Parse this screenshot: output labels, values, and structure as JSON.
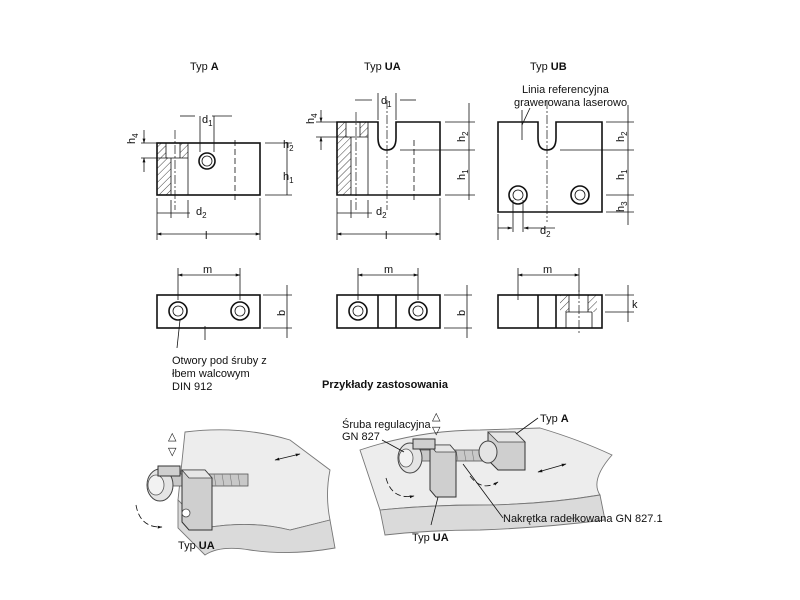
{
  "headers": {
    "typ_prefix": "Typ",
    "a": "A",
    "ua": "UA",
    "ub": "UB"
  },
  "dims": {
    "d": "d",
    "h": "h",
    "l": "l",
    "m": "m",
    "b": "b",
    "k": "k",
    "s1": "1",
    "s2": "2",
    "s3": "3",
    "s4": "4"
  },
  "notes": {
    "ref_line_1": "Linia referencyjna",
    "ref_line_2": "grawerowana laserowo",
    "holes_1": "Otwory pod śruby z",
    "holes_2": "łbem walcowym",
    "holes_3": "DIN 912"
  },
  "examples": {
    "title": "Przykłady zastosowania",
    "screw_1": "Śruba regulacyjna",
    "screw_2": "GN 827",
    "nut": "Nakrętka radełkowana GN 827.1",
    "typ_ua_left": "UA",
    "typ_ua_right": "UA",
    "typ_a_right": "A"
  }
}
